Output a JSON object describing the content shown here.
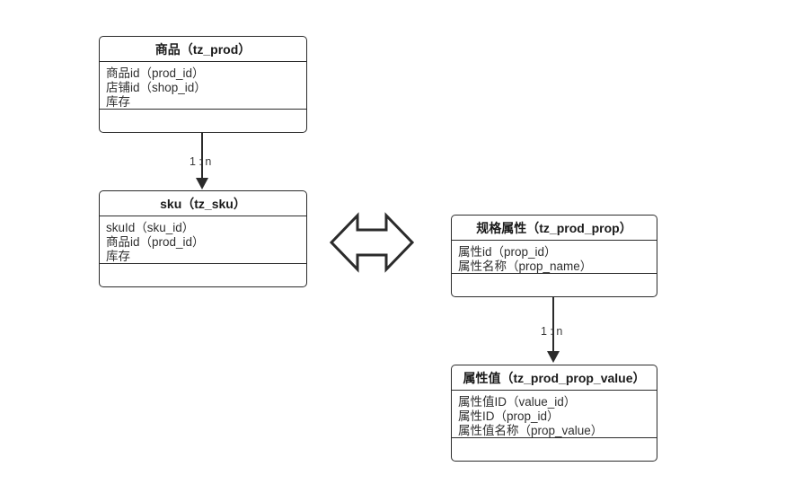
{
  "diagram": {
    "title_text": "",
    "colors": {
      "stroke": "#2b2b2b",
      "title_text": "#1a1a1a",
      "field_text": "#2f2f2f",
      "label_text": "#3a3a3a",
      "background": "#ffffff"
    },
    "entities": [
      {
        "id": "tz_prod",
        "title": "商品（tz_prod）",
        "fields": [
          "商品id（prod_id）",
          "店铺id（shop_id）",
          "库存"
        ]
      },
      {
        "id": "tz_sku",
        "title": "sku（tz_sku）",
        "fields": [
          "skuId（sku_id）",
          "商品id（prod_id）",
          "库存"
        ]
      },
      {
        "id": "tz_prod_prop",
        "title": "规格属性（tz_prod_prop）",
        "fields": [
          "属性id（prop_id）",
          "属性名称（prop_name）"
        ]
      },
      {
        "id": "tz_prod_prop_value",
        "title": "属性值（tz_prod_prop_value）",
        "fields": [
          "属性值ID（value_id）",
          "属性ID（prop_id）",
          "属性值名称（prop_value）"
        ]
      }
    ],
    "relations": [
      {
        "id": "prod-to-sku",
        "label": "1 : n"
      },
      {
        "id": "prop-to-prop-value",
        "label": "1 : n"
      }
    ],
    "link_arrow": {
      "id": "sku-prop-link",
      "label": ""
    }
  }
}
